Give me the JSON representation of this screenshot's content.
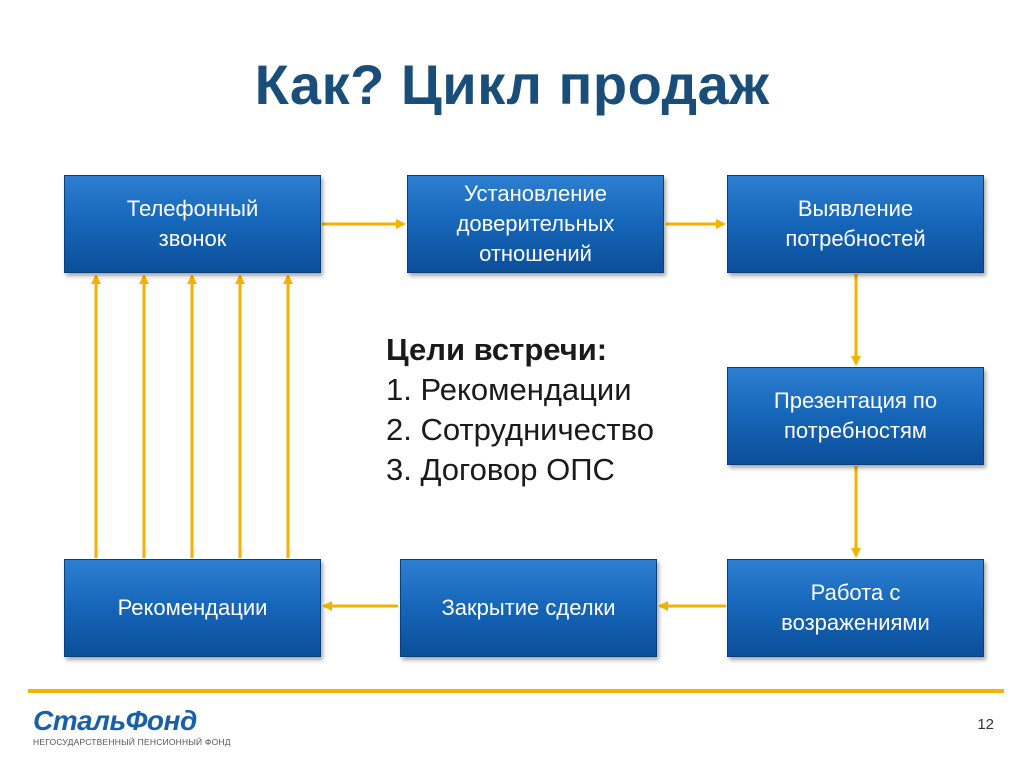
{
  "title": "Как? Цикл продаж",
  "boxes": {
    "phone_call": [
      "Телефонный",
      "звонок"
    ],
    "trust": [
      "Установление",
      "доверительных",
      "отношений"
    ],
    "needs": [
      "Выявление",
      "потребностей"
    ],
    "presentation": [
      "Презентация по",
      "потребностям"
    ],
    "objections": [
      "Работа с",
      "возражениями"
    ],
    "closing": [
      "Закрытие сделки"
    ],
    "recommendations": [
      "Рекомендации"
    ]
  },
  "goals": {
    "title": "Цели встречи:",
    "items": [
      "1. Рекомендации",
      "2. Сотрудничество",
      "3. Договор ОПС"
    ]
  },
  "footer": {
    "logo_word": "СтальФонд",
    "logo_sub": "НЕГОСУДАРСТВЕННЫЙ ПЕНСИОННЫЙ ФОНД",
    "page_number": "12"
  },
  "colors": {
    "title": "#1a4e7a",
    "box": "#1565b8",
    "arrow": "#f2b200",
    "logo": "#1b5fa8"
  }
}
